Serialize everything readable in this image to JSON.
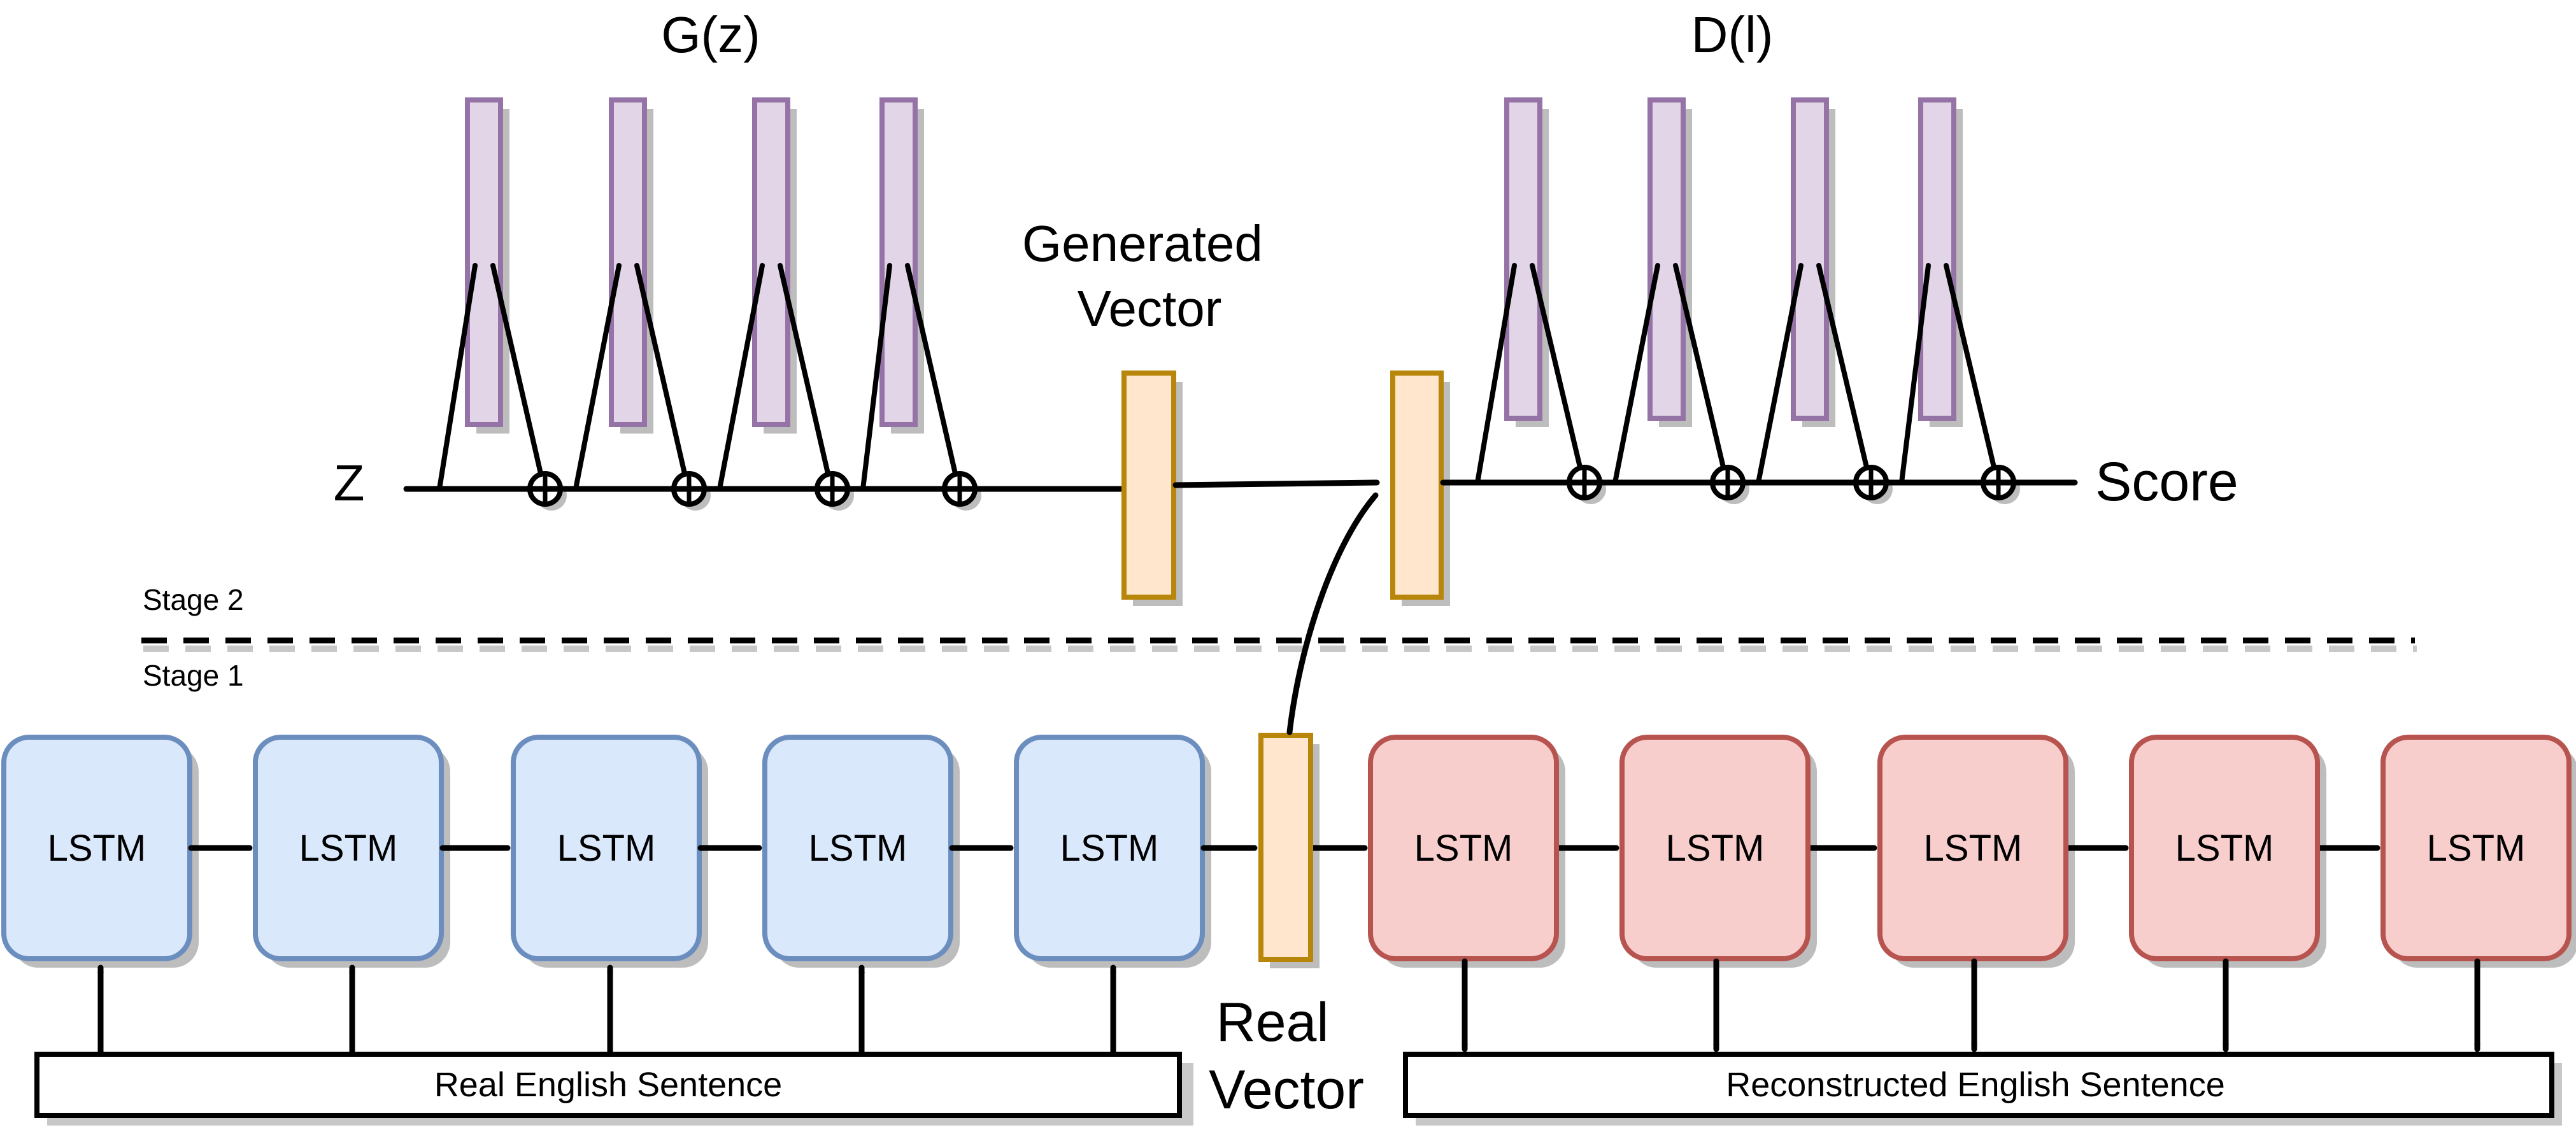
{
  "generator": {
    "title": "G(z)",
    "input_label": "Z",
    "output_label": "Generated Vector"
  },
  "discriminator": {
    "title": "D(l)",
    "output_label": "Score"
  },
  "stages": {
    "upper": "Stage 2",
    "lower": "Stage 1"
  },
  "encoder": {
    "cells": [
      "LSTM",
      "LSTM",
      "LSTM",
      "LSTM",
      "LSTM"
    ],
    "input_label": "Real English Sentence"
  },
  "decoder": {
    "cells": [
      "LSTM",
      "LSTM",
      "LSTM",
      "LSTM",
      "LSTM"
    ],
    "output_label": "Reconstructed English Sentence"
  },
  "real_vector_label": "Real Vector",
  "colors": {
    "lstm_encoder_fill": "#dae8fc",
    "lstm_encoder_stroke": "#6c8ebf",
    "lstm_decoder_fill": "#f8cecc",
    "lstm_decoder_stroke": "#b85450",
    "vector_fill": "#ffe6cc",
    "vector_stroke": "#b8860b",
    "layer_fill": "#e1d5e7",
    "layer_stroke": "#9673a6",
    "shadow": "#bdbdbd"
  }
}
